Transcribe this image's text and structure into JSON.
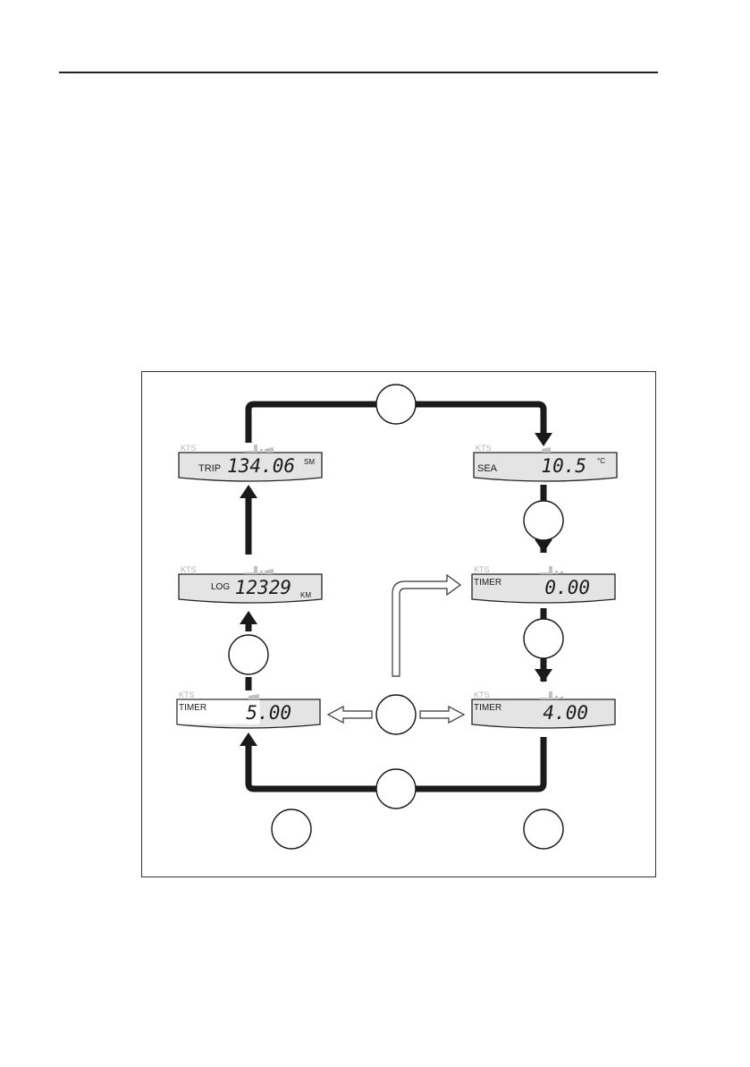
{
  "displays": [
    {
      "id": "trip",
      "top_label": "KTS",
      "label": "TRIP",
      "value": "134.06",
      "unit": "SM"
    },
    {
      "id": "sea",
      "top_label": "KTS",
      "label": "SEA",
      "value": "10.5",
      "unit": "°C"
    },
    {
      "id": "log",
      "top_label": "KTS",
      "label": "LOG",
      "value": "12329",
      "unit": "KM"
    },
    {
      "id": "timer-zero",
      "top_label": "KTS",
      "label": "TIMER",
      "value": "0.00",
      "unit": ""
    },
    {
      "id": "timer-five",
      "top_label": "KTS",
      "label": "TIMER",
      "value": "5.00",
      "unit": ""
    },
    {
      "id": "timer-four",
      "top_label": "KTS",
      "label": "TIMER",
      "value": "4.00",
      "unit": ""
    }
  ],
  "colors": {
    "lcd_fill": "#e4e4e4",
    "ink": "#1a1a1a",
    "faint": "#b5b5b5"
  }
}
